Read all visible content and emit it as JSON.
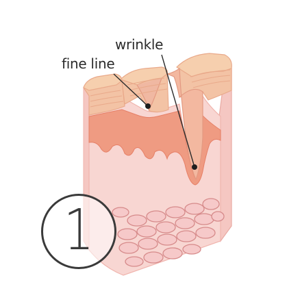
{
  "labels": {
    "wrinkle": "wrinkle",
    "fine_line": "fine line"
  },
  "step_number": "1",
  "colors": {
    "epidermis_top": "#f6cfae",
    "epidermis_side": "#f3c3a5",
    "epidermis_lines": "#e9a98a",
    "basal_layer": "#ef9b82",
    "basal_layer_dark": "#e67f66",
    "dermis_front": "#f8d6d2",
    "dermis_side": "#f5c7c2",
    "dermis_edge": "#f0b4ad",
    "fat_cells": "#f6c9c9",
    "fat_cell_outline": "#d68a8a",
    "pointer_line": "#2b2b2b",
    "pointer_dot": "#1e1e1e"
  }
}
